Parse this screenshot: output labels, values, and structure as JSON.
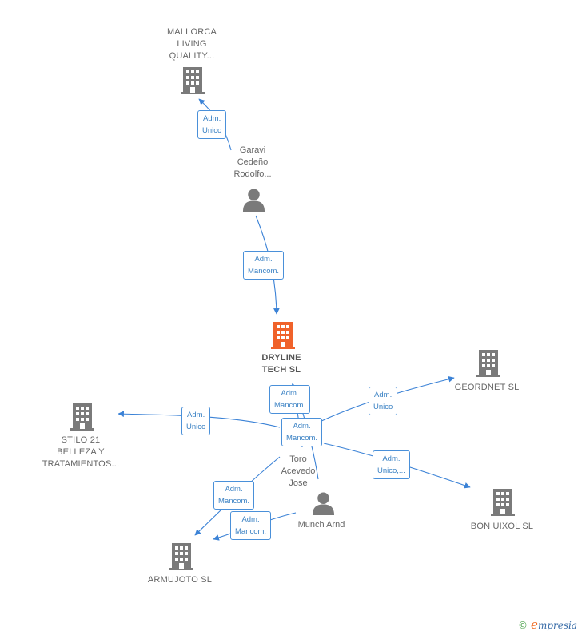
{
  "nodes": {
    "mallorca": {
      "label": "MALLORCA\nLIVING\nQUALITY...",
      "type": "company"
    },
    "garavi": {
      "label": "Garavi\nCedeño\nRodolfo...",
      "type": "person"
    },
    "dryline": {
      "label": "DRYLINE\nTECH  SL",
      "type": "company",
      "focus": true
    },
    "geordnet": {
      "label": "GEORDNET  SL",
      "type": "company"
    },
    "stilo": {
      "label": "STILO 21\nBELLEZA Y\nTRATAMIENTOS...",
      "type": "company"
    },
    "toro": {
      "label": "Toro\nAcevedo\nJose",
      "type": "person"
    },
    "munch": {
      "label": "Munch Arnd",
      "type": "person"
    },
    "bonuixol": {
      "label": "BON UIXOL SL",
      "type": "company"
    },
    "armujoto": {
      "label": "ARMUJOTO  SL",
      "type": "company"
    }
  },
  "edges": {
    "e1": {
      "label": "Adm.\nUnico"
    },
    "e2": {
      "label": "Adm.\nMancom."
    },
    "e3": {
      "label": "Adm.\nMancom."
    },
    "e4": {
      "label": "Adm.\nMancom."
    },
    "e5": {
      "label": "Adm.\nUnico"
    },
    "e6": {
      "label": "Adm.\nUnico"
    },
    "e7": {
      "label": "Adm.\nUnico,..."
    },
    "e8": {
      "label": "Adm.\nMancom."
    },
    "e9": {
      "label": "Adm.\nMancom."
    }
  },
  "colors": {
    "edge": "#3b82d6",
    "company": "#7a7a7a",
    "focus": "#f0622a",
    "person": "#7a7a7a"
  },
  "brand": {
    "copyright": "©",
    "initial": "e",
    "name": "mpresia"
  }
}
